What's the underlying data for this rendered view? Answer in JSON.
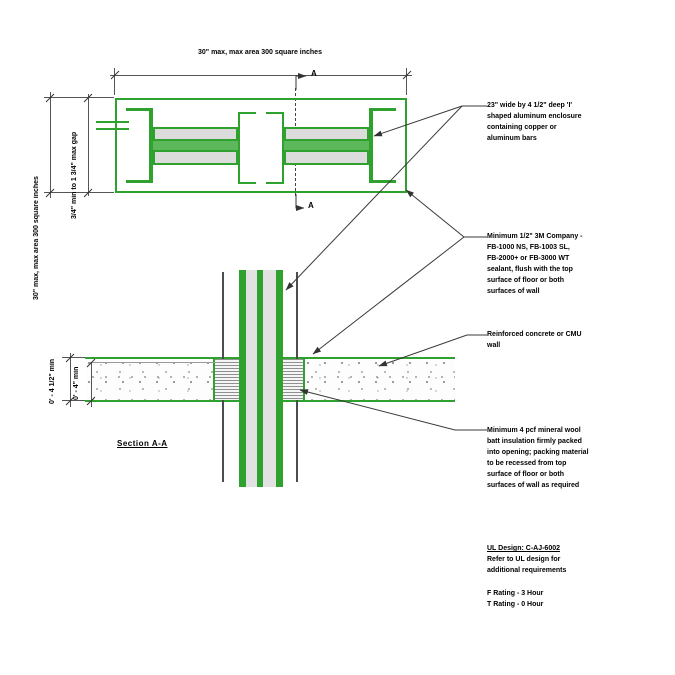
{
  "colors": {
    "green": "#2ea12e",
    "green_mid": "#5db85c",
    "bar_fill": "#dcdcdc",
    "duct_gray": "#e2e2e2",
    "line_dark": "#4d4d4d",
    "dim_gray": "#555555"
  },
  "plan": {
    "dim_top": "30\" max, max area 300 square inches",
    "dim_left_outer": "30\" max, max area 300 square inches",
    "dim_left_inner": "3/4\" min to 1 3/4\" max gap",
    "section_marker_top": "A",
    "section_marker_bottom": "A"
  },
  "section": {
    "label": "Section A-A",
    "dim_thickness": "0' - 4 1/2\" min",
    "dim_recess": "0' - 4\" min"
  },
  "annotations": {
    "enclosure": "23\" wide by 4 1/2\" deep 'I'\nshaped aluminum enclosure\ncontaining copper or\naluminum bars",
    "sealant": "Minimum 1/2\" 3M Company -\nFB-1000 NS, FB-1003 SL,\nFB-2000+ or FB-3000 WT\nsealant, flush with the top\nsurface of floor or both\nsurfaces of wall",
    "substrate": "Reinforced concrete or CMU\nwall",
    "packing": "Minimum 4 pcf mineral wool\nbatt insulation firmly packed\ninto opening; packing material\nto be recessed from top\nsurface of floor or both\nsurfaces of wall as required"
  },
  "title_block": {
    "design_ref": "UL Design: C-AJ-6002",
    "design_note": "Refer to UL design for\nadditional requirements",
    "f_rating": "F Rating - 3 Hour",
    "t_rating": "T Rating - 0 Hour"
  }
}
